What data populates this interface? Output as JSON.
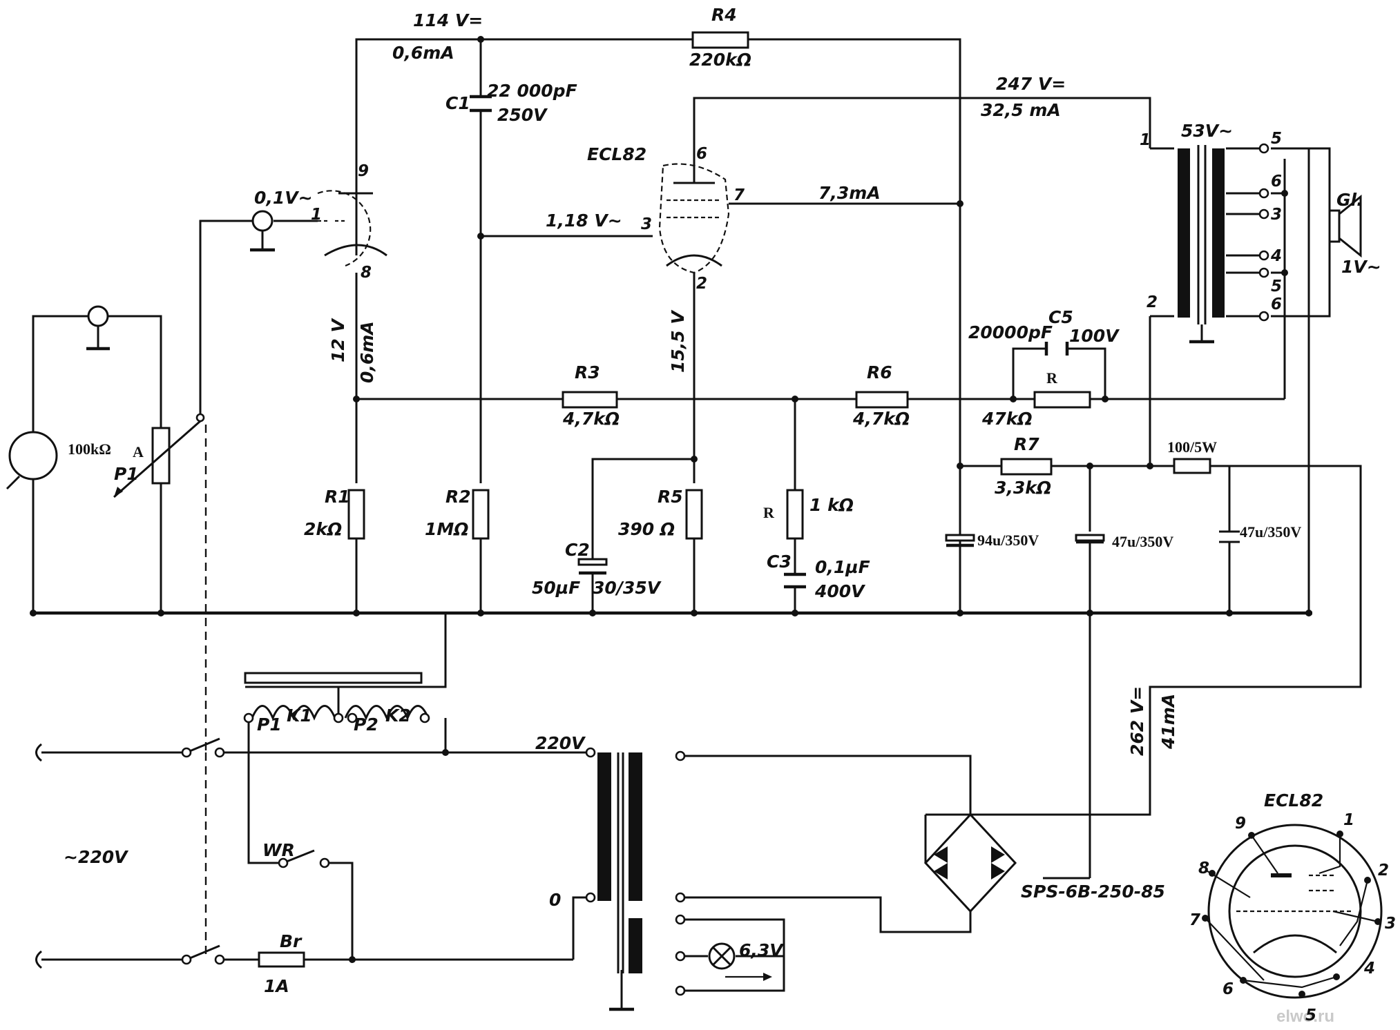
{
  "labels": {
    "v114": "114 V=",
    "ma06_top": "0,6mA",
    "r4": "R4",
    "r4_val": "220kΩ",
    "c1_val": "22 000pF",
    "c1": "C1",
    "c1_v": "250V",
    "v247": "247 V=",
    "ma325": "32,5 mA",
    "v53": "53V~",
    "ecl82": "ECL82",
    "mA73": "7,3mA",
    "v01": "0,1V~",
    "v118": "1,18 V~",
    "gl": "Gl.",
    "v1": "1V~",
    "v12": "12 V",
    "ma06_b": "0,6mA",
    "v155": "15,5 V",
    "r3": "R3",
    "r3_val": "4,7kΩ",
    "r6": "R6",
    "r6_val": "4,7kΩ",
    "c5_val": "20000pF",
    "c5": "C5",
    "c5_v": "100V",
    "r_fb": "R",
    "r_fb_val": "47kΩ",
    "r7": "R7",
    "r7_val": "3,3kΩ",
    "r_100": "100/5W",
    "p1_val": "100kΩ",
    "p1_a": "A",
    "p1": "P1",
    "r1": "R1",
    "r1_val": "2kΩ",
    "r2": "R2",
    "r2_val": "1MΩ",
    "r5": "R5",
    "r5_val": "390 Ω",
    "c2": "C2",
    "c2_val": "50µF",
    "c2_v": "30/35V",
    "r_1k": "R",
    "r_1k_val": "1 kΩ",
    "c3": "C3",
    "c3_val": "0,1µF",
    "c3_v": "400V",
    "cap94": "94u/350V",
    "cap47a": "47u/350V",
    "cap47b": "47u/350V",
    "k1": "K1",
    "k2": "K2",
    "p1b": "P1",
    "p2": "P2",
    "v220t": "220V",
    "v0": "0",
    "mains": "~220V",
    "wr": "WR",
    "fuse": "Br",
    "fuse_val": "1A",
    "lamp": "6,3V",
    "v262": "262 V=",
    "ma41": "41mA",
    "bridge": "SPS-6B-250-85",
    "pin_ecl82": "ECL82",
    "watermark": "elwo.ru"
  },
  "pins": {
    "t1_9": "9",
    "t1_1": "1",
    "t1_8": "8",
    "t2_6": "6",
    "t2_7": "7",
    "t2_3": "3",
    "t2_2": "2",
    "tr_1": "1",
    "tr_2": "2",
    "sec_5a": "5",
    "sec_6a": "6",
    "sec_3": "3",
    "sec_4": "4",
    "sec_5b": "5",
    "sec_6b": "6",
    "b_1": "1",
    "b_2": "2",
    "b_3": "3",
    "b_4": "4",
    "b_5": "5",
    "b_6": "6",
    "b_7": "7",
    "b_8": "8",
    "b_9": "9"
  },
  "icons": [
    "microphone-icon",
    "speaker-icon",
    "ground-icon",
    "lamp-icon",
    "diode-icon"
  ]
}
